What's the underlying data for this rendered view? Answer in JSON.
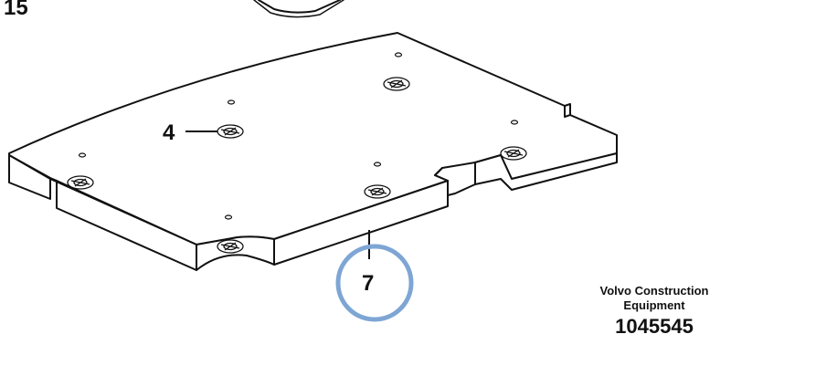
{
  "callouts": {
    "top_left": "15",
    "fastener": "4",
    "panel": "7"
  },
  "caption": {
    "manufacturer_line1": "Volvo Construction",
    "manufacturer_line2": "Equipment",
    "part_number": "1045545"
  },
  "colors": {
    "line": "#111111",
    "highlight_ring": "#7ea6d4",
    "background": "#ffffff"
  }
}
